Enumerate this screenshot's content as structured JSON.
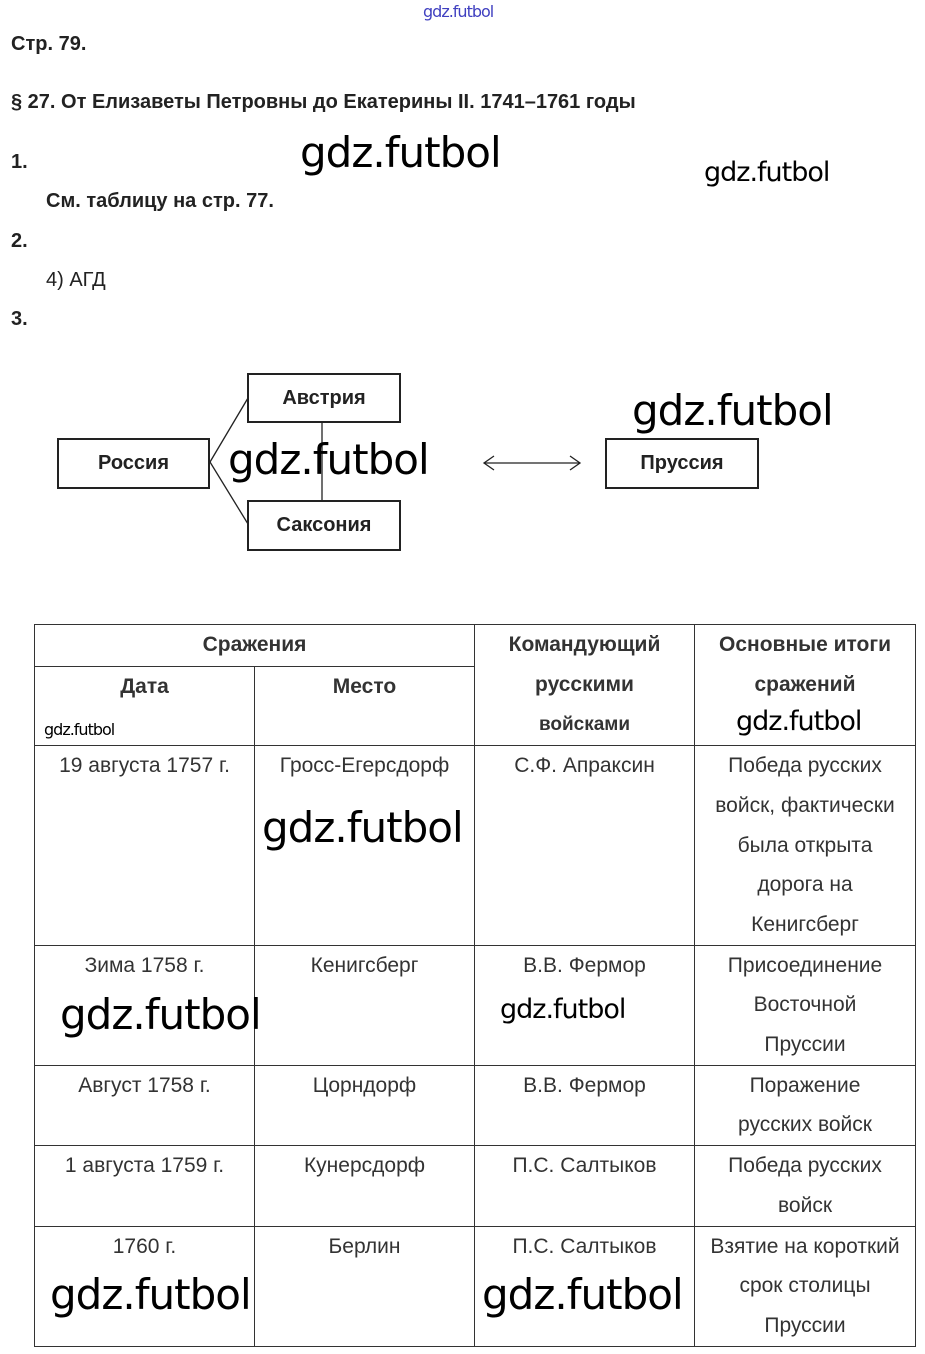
{
  "watermark": "gdz.futbol",
  "page_label": "Стр. 79.",
  "section_title": "§ 27. От Елизаветы Петровны до Екатерины II. 1741–1761 годы",
  "tasks": [
    {
      "number": "1.",
      "answer": "См. таблицу на стр. 77."
    },
    {
      "number": "2.",
      "answer": "4) АГД"
    },
    {
      "number": "3."
    }
  ],
  "diagram": {
    "russia": "Россия",
    "austria": "Австрия",
    "saxony": "Саксония",
    "prussia": "Пруссия"
  },
  "table": {
    "headers": {
      "battles": "Сражения",
      "date": "Дата",
      "place": "Место",
      "commander": [
        "Командующий",
        "русскими",
        "войсками"
      ],
      "results": [
        "Основные итоги",
        "сражений"
      ]
    },
    "rows": [
      {
        "date": "19 августа 1757 г.",
        "place": "Гросс-Егерсдорф",
        "commander": "С.Ф. Апраксин",
        "result": "Победа русских войск, фактически была открыта дорога на Кенигсберг"
      },
      {
        "date": "Зима 1758 г.",
        "place": "Кенигсберг",
        "commander": "В.В. Фермор",
        "result": "Присоединение Восточной Пруссии"
      },
      {
        "date": "Август 1758 г.",
        "place": "Цорндорф",
        "commander": "В.В. Фермор",
        "result": "Поражение русских войск"
      },
      {
        "date": "1 августа 1759 г.",
        "place": "Кунерсдорф",
        "commander": "П.С. Салтыков",
        "result": "Победа русских войск"
      },
      {
        "date": "1760 г.",
        "place": "Берлин",
        "commander": "П.С. Салтыков",
        "result": "Взятие на короткий срок столицы Пруссии"
      }
    ]
  }
}
